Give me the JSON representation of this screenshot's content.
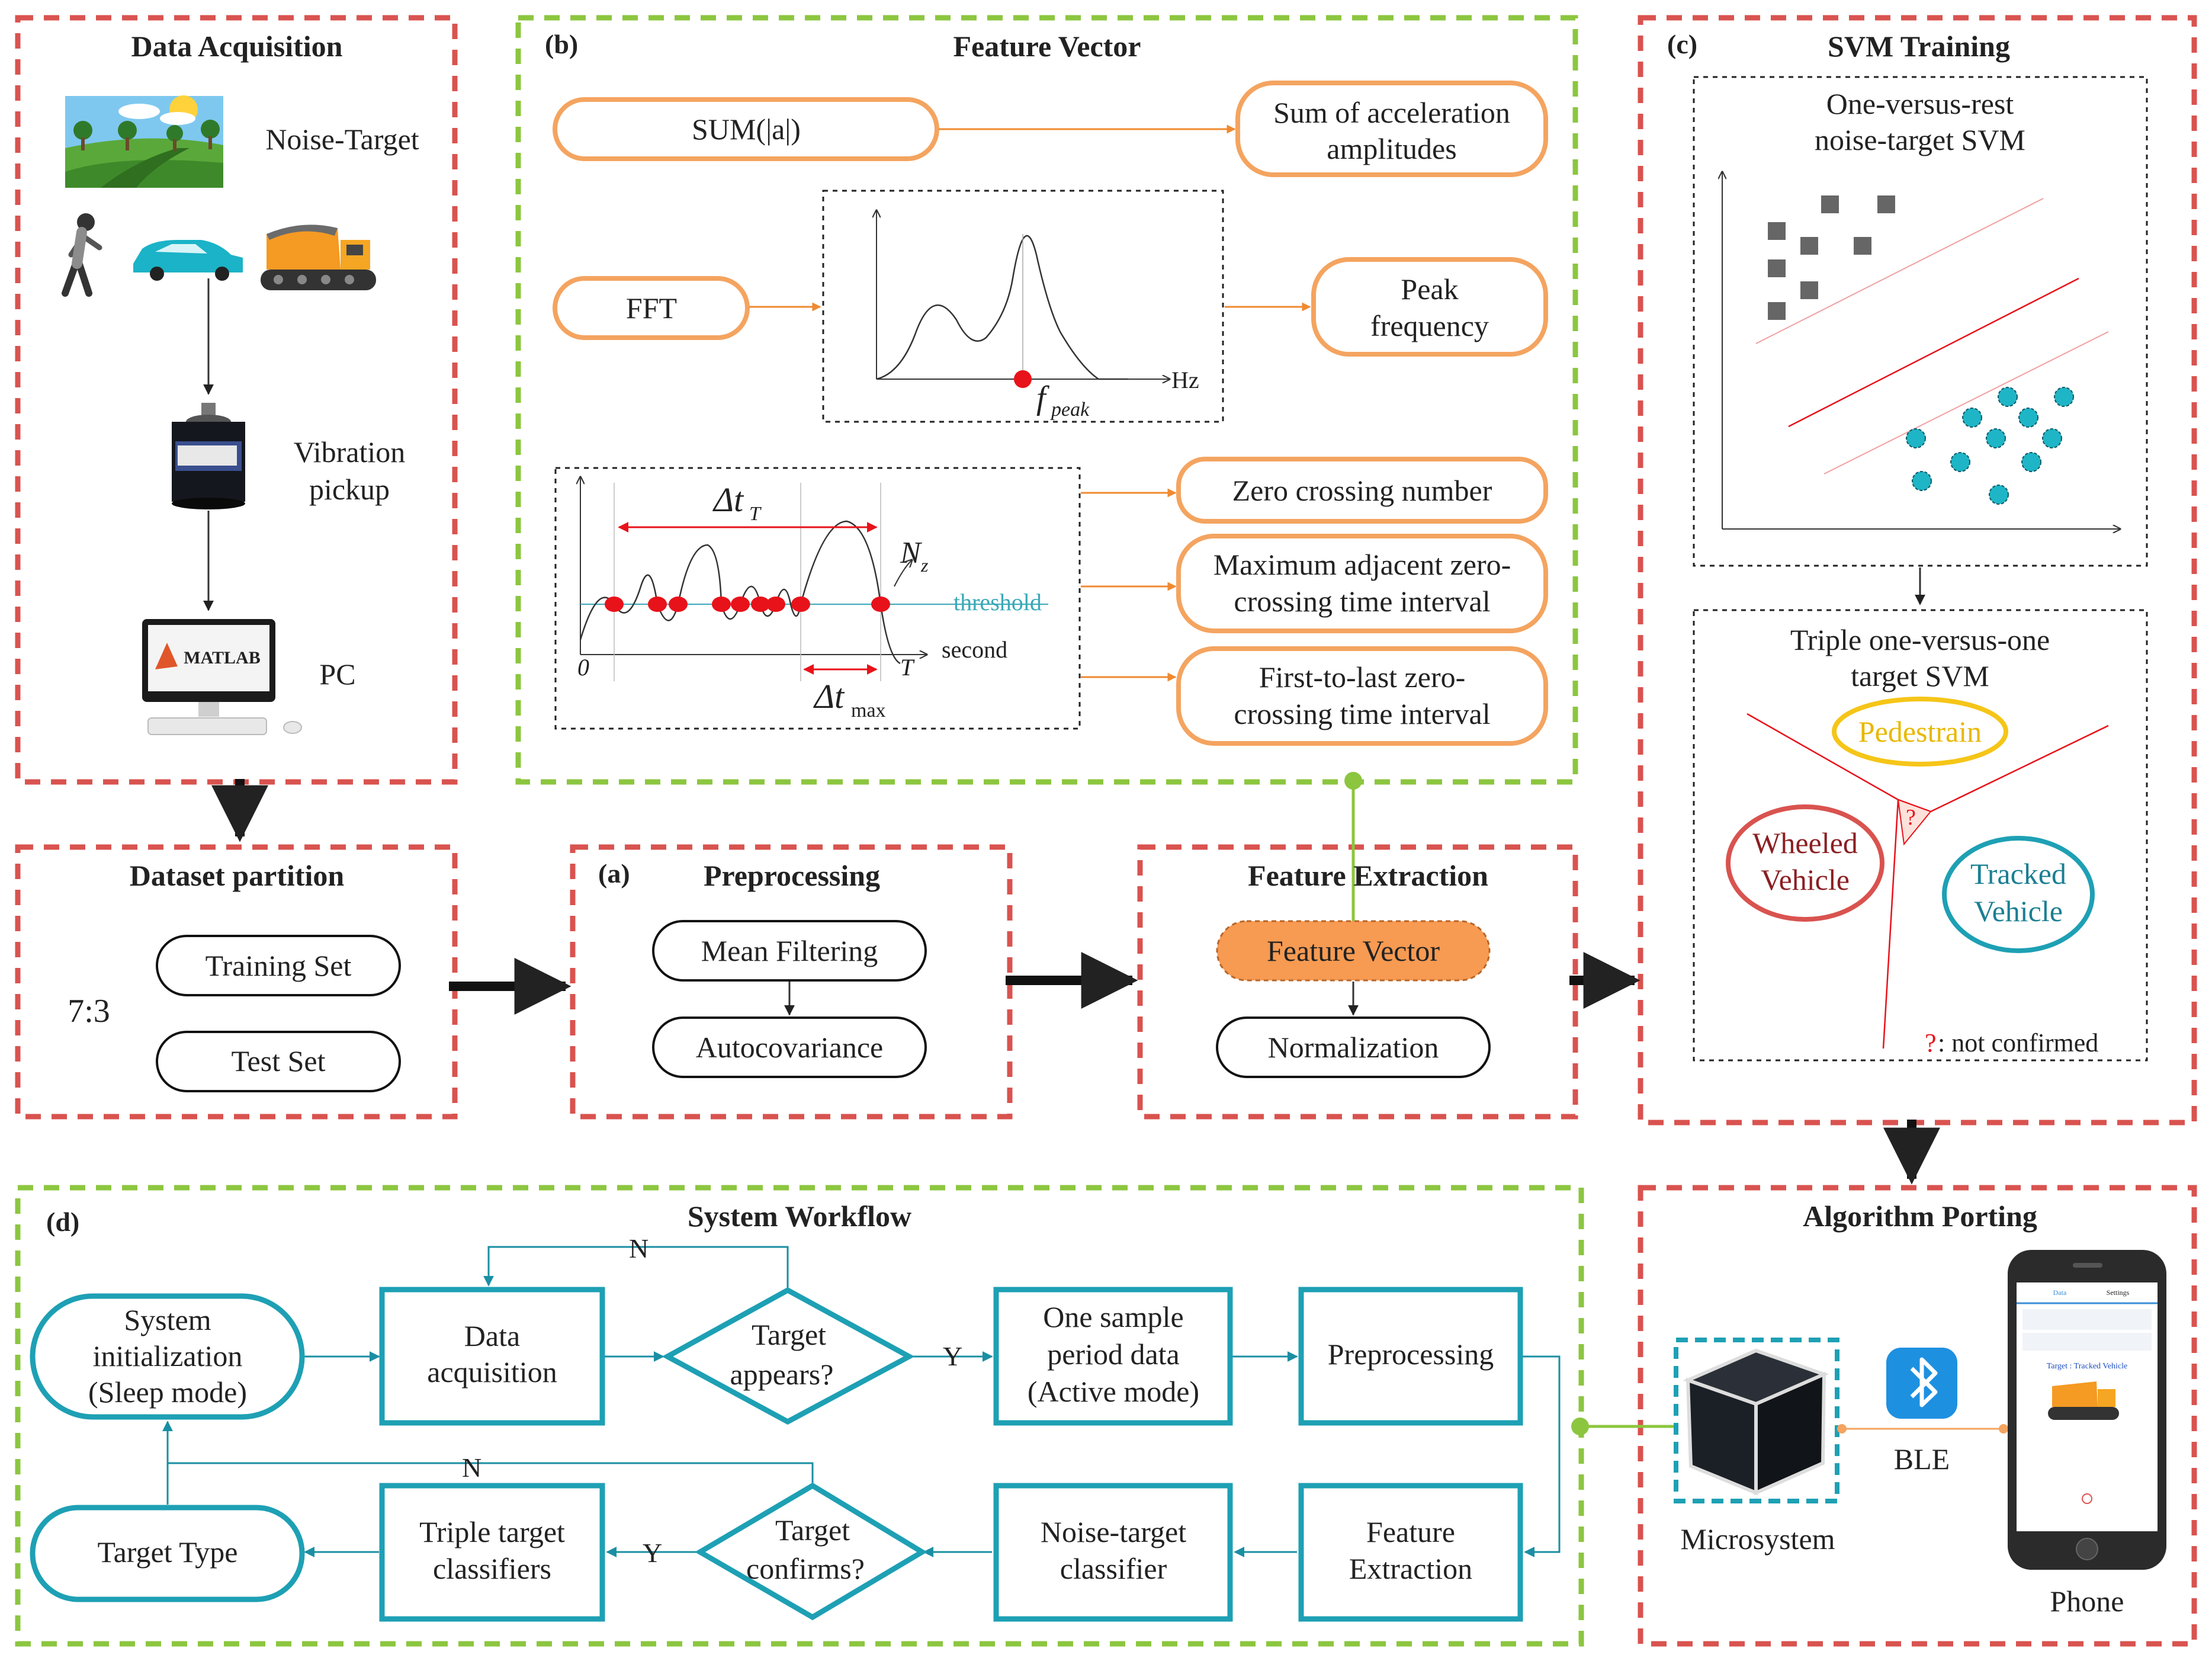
{
  "data_acquisition": {
    "title": "Data Acquisition",
    "noise_target": "Noise-Target",
    "pickup_1": "Vibration",
    "pickup_2": "pickup",
    "pc": "PC",
    "matlab": "MATLAB"
  },
  "feature_vector": {
    "tag": "(b)",
    "title": "Feature Vector",
    "sum_input": "SUM(|a|)",
    "sum_out_1": "Sum of acceleration",
    "sum_out_2": "amplitudes",
    "fft": "FFT",
    "hz": "Hz",
    "f_peak": "f",
    "f_peak_sub": "peak",
    "peak_1": "Peak",
    "peak_2": "frequency",
    "dt_T": "Δt",
    "dt_T_sub": "T",
    "dt_max": "Δt",
    "dt_max_sub": "max",
    "nz": "N",
    "nz_sub": "z",
    "threshold": "threshold",
    "second": "second",
    "zero": "0",
    "T": "T",
    "zc_number": "Zero crossing number",
    "max_adj_1": "Maximum adjacent zero-",
    "max_adj_2": "crossing time interval",
    "first_last_1": "First-to-last zero-",
    "first_last_2": "crossing time interval"
  },
  "svm": {
    "tag": "(c)",
    "title": "SVM Training",
    "ovr_1": "One-versus-rest",
    "ovr_2": "noise-target SVM",
    "ovo_1": "Triple one-versus-one",
    "ovo_2": "target SVM",
    "pedestrain": "Pedestrain",
    "wheeled_1": "Wheeled",
    "wheeled_2": "Vehicle",
    "tracked_1": "Tracked",
    "tracked_2": "Vehicle",
    "q": "?",
    "note_q": "?",
    "note": ": not confirmed"
  },
  "dataset": {
    "title": "Dataset partition",
    "ratio": "7:3",
    "training": "Training Set",
    "test": "Test Set"
  },
  "preprocessing": {
    "tag": "(a)",
    "title": "Preprocessing",
    "mean": "Mean Filtering",
    "autocov": "Autocovariance"
  },
  "feature_extraction": {
    "title": "Feature Extraction",
    "fv": "Feature Vector",
    "norm": "Normalization"
  },
  "workflow": {
    "tag": "(d)",
    "title": "System Workflow",
    "init_1": "System",
    "init_2": "initialization",
    "init_3": "(Sleep mode)",
    "acq_1": "Data",
    "acq_2": "acquisition",
    "appears_1": "Target",
    "appears_2": "appears?",
    "sample_1": "One sample",
    "sample_2": "period data",
    "sample_3": "(Active mode)",
    "prep": "Preprocessing",
    "fe_1": "Feature",
    "fe_2": "Extraction",
    "noise_1": "Noise-target",
    "noise_2": "classifier",
    "confirms_1": "Target",
    "confirms_2": "confirms?",
    "triple_1": "Triple target",
    "triple_2": "classifiers",
    "type": "Target Type",
    "n": "N",
    "y": "Y"
  },
  "porting": {
    "title": "Algorithm Porting",
    "micro": "Microsystem",
    "ble": "BLE",
    "phone": "Phone",
    "app_tab1": "Data",
    "app_tab2": "Settings",
    "app_target": "Target : Tracked Vehicle"
  },
  "colors": {
    "red_dash": "#d9534f",
    "green_dash": "#8cc63f",
    "orange": "#f4a460",
    "orange_fill": "#f79a52",
    "teal": "#1ea0b4",
    "red_point": "#e8121a",
    "threshold": "#3aa9b8"
  }
}
